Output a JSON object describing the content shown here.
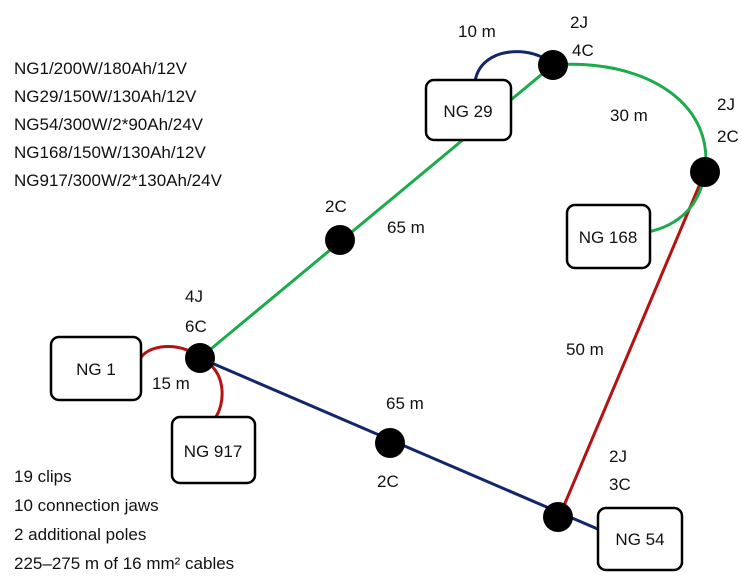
{
  "colors": {
    "green": "#1bab4b",
    "navy": "#12276a",
    "red": "#b51212",
    "pole": "#000000"
  },
  "specs": [
    "NG1/200W/180Ah/12V",
    "NG29/150W/130Ah/12V",
    "NG54/300W/2*90Ah/24V",
    "NG168/150W/130Ah/12V",
    "NG917/300W/2*130Ah/24V"
  ],
  "summary": [
    "19 clips",
    "10 connection jaws",
    "2 additional poles",
    "225–275 m of 16 mm² cables"
  ],
  "nodes": {
    "ng1": "NG 1",
    "ng29": "NG 29",
    "ng54": "NG 54",
    "ng168": "NG 168",
    "ng917": "NG 917"
  },
  "poles": {
    "top": {
      "j": "2J",
      "c": "4C"
    },
    "right": {
      "j": "2J",
      "c": "2C"
    },
    "left": {
      "j": "4J",
      "c": "6C"
    },
    "bottom": {
      "j": "2J",
      "c": "3C"
    },
    "mid_upper": {
      "c": "2C"
    },
    "mid_lower": {
      "c": "2C"
    }
  },
  "distances": {
    "top_ng29": "10 m",
    "top_right": "30 m",
    "left_top": "65 m",
    "right_bottom": "50 m",
    "left_bottom": "65 m",
    "left_ng1_ng917": "15 m"
  }
}
